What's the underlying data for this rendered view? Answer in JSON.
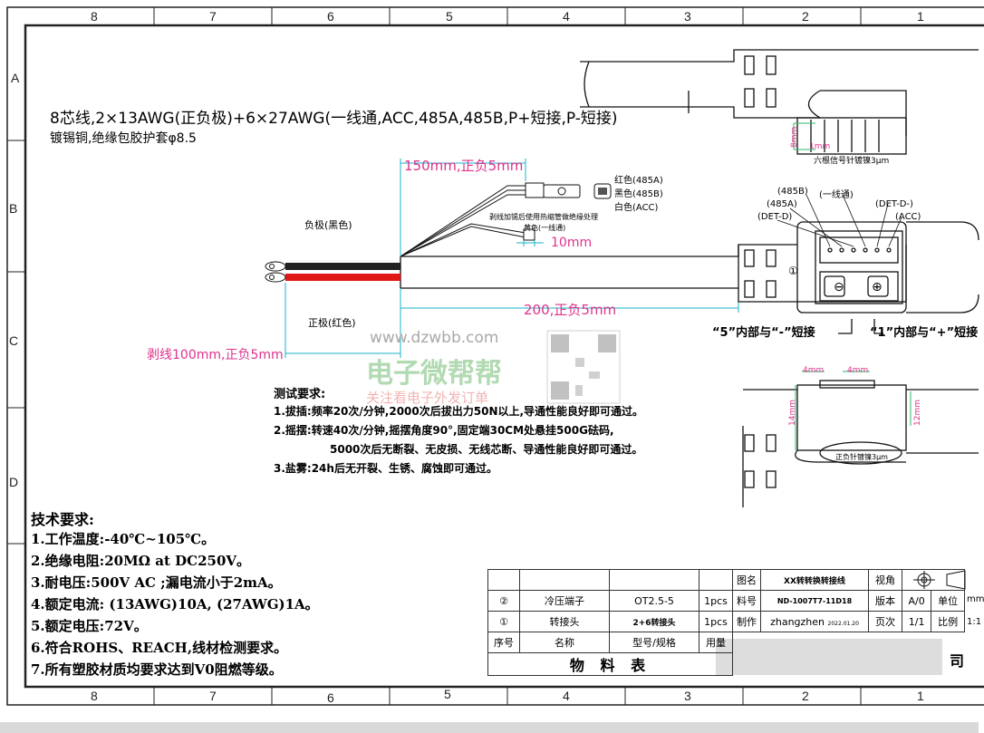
{
  "grid": {
    "cols_top": [
      "8",
      "7",
      "6",
      "5",
      "4",
      "3",
      "2",
      "1"
    ],
    "cols_bottom": [
      "8",
      "7",
      "6",
      "5",
      "4",
      "3",
      "2",
      "1"
    ],
    "rows": [
      "A",
      "B",
      "C",
      "D"
    ]
  },
  "header_spec": {
    "line1": "8芯线,2×13AWG(正负极)+6×27AWG(一线通,ACC,485A,485B,P+短接,P-短接)",
    "line2": "镀锡铜,绝缘包胶护套φ8.5"
  },
  "dims": {
    "d150": "150mm,正负5mm",
    "d10": "10mm",
    "d200": "200,正负5mm",
    "d100": "剥线100mm,正负5mm",
    "d8": "8mm",
    "d1": "1mm",
    "d4a": "4mm",
    "d4b": "4mm",
    "d14": "14mm",
    "d12": "12mm"
  },
  "wires": {
    "negative": "负极(黑色)",
    "positive": "正极(红色)",
    "c1": "红色(485A)",
    "c2": "黑色(485B)",
    "c3": "白色(ACC)",
    "note": "剥线加锡后使用热缩管做绝缘处理",
    "yellow": "黄色(一线通)"
  },
  "connector": {
    "pin_labels": {
      "p485b": "(485B)",
      "one_wire": "(一线通)",
      "p485a": "(485A)",
      "det_d_left": "(DET-D)",
      "det_d_right": "(DET-D-)",
      "acc": "(ACC)"
    },
    "short5": "“5”内部与“-”短接",
    "short1": "“1”内部与“+”短接",
    "plating_top": "六根信号针镀镍3μm",
    "plating_bottom": "正负针镀镍3μm",
    "circle_num": "①"
  },
  "test": {
    "title": "测试要求:",
    "items": [
      "1.拔插:频率20次/分钟,2000次后拔出力50N以上,导通性能良好即可通过。",
      "2.摇摆:转速40次/分钟,摇摆角度90°,固定端30CM处悬挂500G砝码,",
      "5000次后无断裂、无皮损、无线芯断、导通性能良好即可通过。",
      "3.盐雾:24h后无开裂、生锈、腐蚀即可通过。"
    ]
  },
  "tech": {
    "title": "技术要求:",
    "items": [
      "1.工作温度:-40℃~105℃。",
      "2.绝缘电阻:20MΩ at DC250V。",
      "3.耐电压:500V AC ;漏电流小于2mA。",
      "4.额定电流: (13AWG)10A, (27AWG)1A。",
      "5.额定电压:72V。",
      "6.符合ROHS、REACH,线材检测要求。",
      "7.所有塑胶材质均要求达到V0阻燃等级。"
    ]
  },
  "bom": {
    "rows": [
      {
        "no": "②",
        "name": "冷压端子",
        "model": "OT2.5-5",
        "qty": "1pcs"
      },
      {
        "no": "①",
        "name": "转接头",
        "model": "2+6转接头",
        "qty": "1pcs"
      }
    ],
    "head": {
      "no": "序号",
      "name": "名称",
      "model": "型号/规格",
      "qty": "用量"
    },
    "footer": "物 料 表"
  },
  "title_block": {
    "drawing_name_label": "图名",
    "drawing_name": "XX转转换转接线",
    "part_no_label": "料号",
    "part_no": "ND-1007T7-11D18",
    "made_by_label": "制作",
    "made_by": "zhangzhen",
    "date": "2022.01.20",
    "view_label": "视角",
    "version_label": "版本",
    "version": "A/0",
    "page_label": "页次",
    "page": "1/1",
    "unit_label": "单位",
    "unit": "mm",
    "scale_label": "比例",
    "scale": "1:1",
    "company_tail": "司"
  },
  "watermark": {
    "url": "www.dzwbb.com",
    "name": "电子微帮帮",
    "slogan": "关注看电子外发订单"
  }
}
